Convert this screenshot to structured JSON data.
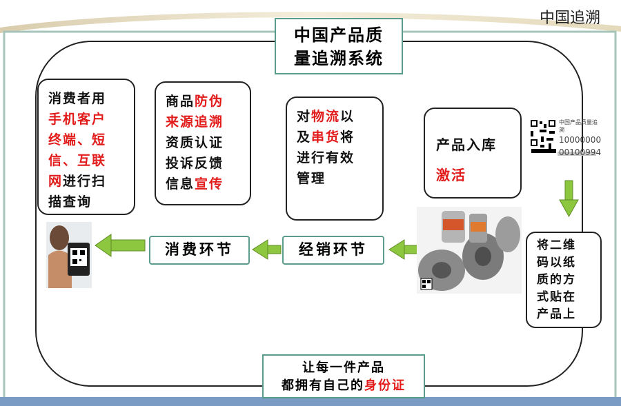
{
  "corner_logo": "中国追溯",
  "title": [
    "中国产品质",
    "量追溯系统"
  ],
  "boxes": {
    "consumer_scan": [
      {
        "segments": [
          {
            "text": "消费者用",
            "red": false
          }
        ]
      },
      {
        "segments": [
          {
            "text": "手机客户",
            "red": true
          }
        ]
      },
      {
        "segments": [
          {
            "text": "终端、短",
            "red": true
          }
        ]
      },
      {
        "segments": [
          {
            "text": "信、互联",
            "red": true
          }
        ]
      },
      {
        "segments": [
          {
            "text": "网",
            "red": true
          },
          {
            "text": "进行扫",
            "red": false
          }
        ]
      },
      {
        "segments": [
          {
            "text": "描查询",
            "red": false
          }
        ]
      }
    ],
    "anti_counterfeit": [
      {
        "segments": [
          {
            "text": "商品",
            "red": false
          },
          {
            "text": "防伪",
            "red": true
          }
        ]
      },
      {
        "segments": [
          {
            "text": "来源追溯",
            "red": true
          }
        ]
      },
      {
        "segments": [
          {
            "text": "资质认证",
            "red": false
          }
        ]
      },
      {
        "segments": [
          {
            "text": "投诉反馈",
            "red": false
          }
        ]
      },
      {
        "segments": [
          {
            "text": "信息",
            "red": false
          },
          {
            "text": "宣传",
            "red": true
          }
        ]
      }
    ],
    "logistics": [
      {
        "segments": [
          {
            "text": "对",
            "red": false
          },
          {
            "text": "物流",
            "red": true
          },
          {
            "text": "以",
            "red": false
          }
        ]
      },
      {
        "segments": [
          {
            "text": "及",
            "red": false
          },
          {
            "text": "串货",
            "red": true
          },
          {
            "text": "将",
            "red": false
          }
        ]
      },
      {
        "segments": [
          {
            "text": "进行有效",
            "red": false
          }
        ]
      },
      {
        "segments": [
          {
            "text": "管理",
            "red": false
          }
        ]
      }
    ],
    "warehouse": [
      {
        "segments": [
          {
            "text": "产品入库",
            "red": false
          }
        ]
      },
      {
        "segments": [
          {
            "text": "激活",
            "red": true
          }
        ]
      }
    ],
    "label": [
      {
        "segments": [
          {
            "text": "将二维",
            "red": false
          }
        ]
      },
      {
        "segments": [
          {
            "text": "码以纸",
            "red": false
          }
        ]
      },
      {
        "segments": [
          {
            "text": "质的方",
            "red": false
          }
        ]
      },
      {
        "segments": [
          {
            "text": "式贴在",
            "red": false
          }
        ]
      },
      {
        "segments": [
          {
            "text": "产品上",
            "red": false
          }
        ]
      }
    ]
  },
  "stages": {
    "consume": "消费环节",
    "distribute": "经销环节"
  },
  "qr_label": [
    "中国产品质量追溯",
    "10000000",
    "00100994"
  ],
  "bottom": [
    {
      "segments": [
        {
          "text": "让每一件产品",
          "red": false
        }
      ]
    },
    {
      "segments": [
        {
          "text": "都拥有自己的",
          "red": false
        },
        {
          "text": "身份证",
          "red": true
        }
      ]
    }
  ],
  "colors": {
    "arrow_green": "#8dc63f",
    "accent_red": "#e21b1b",
    "frame_teal": "#5a9c8c"
  }
}
